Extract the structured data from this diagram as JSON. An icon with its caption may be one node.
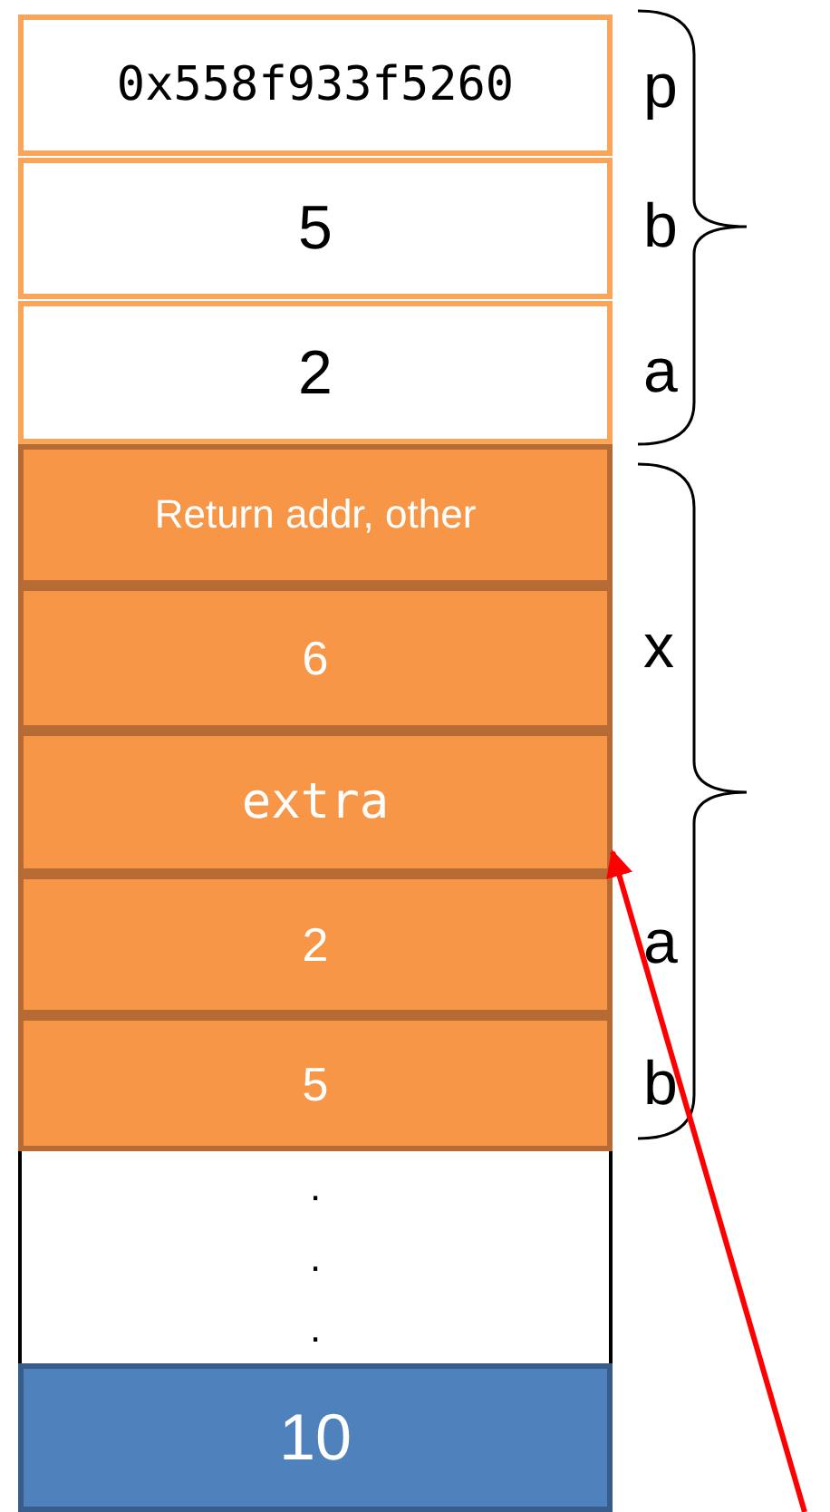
{
  "diagram": {
    "nodes": [
      {
        "text": [
          "0x558f933f5260"
        ]
      },
      {
        "text": [
          "5"
        ]
      },
      {
        "text": [
          "2"
        ]
      },
      {
        "text": [
          "Return addr, other"
        ]
      },
      {
        "text": [
          "6"
        ]
      },
      {
        "text": [
          "extra"
        ]
      },
      {
        "text": [
          "2"
        ]
      },
      {
        "text": [
          "5"
        ]
      },
      {
        "text": [
          ".",
          ".",
          "."
        ]
      },
      {
        "text": [
          "10"
        ]
      }
    ],
    "edges": [
      {
        "from": null,
        "to": 5,
        "arrow": "to",
        "color": "#ff0000"
      }
    ],
    "labels": [
      "p",
      "b",
      "a",
      "x",
      "a",
      "b"
    ]
  }
}
